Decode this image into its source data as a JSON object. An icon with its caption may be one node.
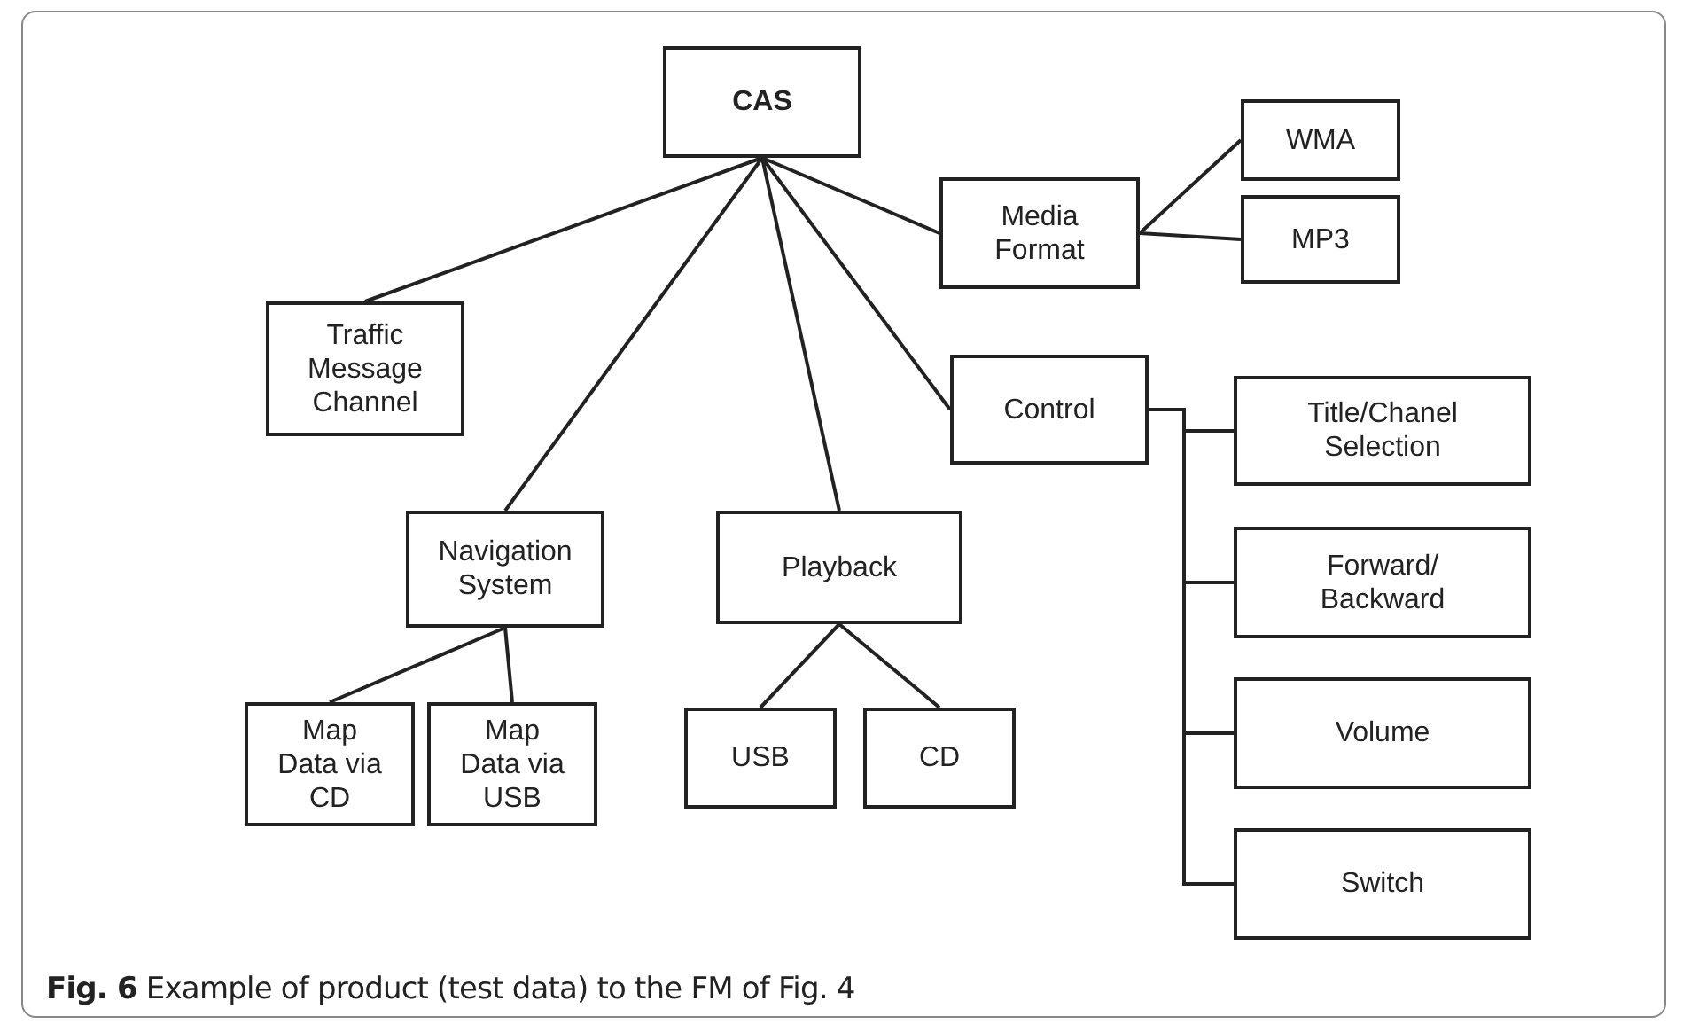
{
  "diagram": {
    "caption": "**Fig. 6** Example of product (test data) to the FM of Fig. 4",
    "nodes": [
      {
        "text": [
          "CAS"
        ]
      },
      {
        "text": [
          "Traffic Message Channel"
        ]
      },
      {
        "text": [
          "Media Format"
        ]
      },
      {
        "text": [
          "WMA"
        ]
      },
      {
        "text": [
          "MP3"
        ]
      },
      {
        "text": [
          "Control"
        ]
      },
      {
        "text": [
          "Title/Chanel Selection"
        ]
      },
      {
        "text": [
          "Navigation System"
        ]
      },
      {
        "text": [
          "Playback"
        ]
      },
      {
        "text": [
          "Forward/ Backward"
        ]
      },
      {
        "text": [
          "Map Data via CD"
        ]
      },
      {
        "text": [
          "Map Data via USB"
        ]
      },
      {
        "text": [
          "USB"
        ]
      },
      {
        "text": [
          "CD"
        ]
      },
      {
        "text": [
          "Volume"
        ]
      },
      {
        "text": [
          "Switch"
        ]
      }
    ],
    "edges": [
      {
        "from": 0,
        "to": 1,
        "arrow": "none"
      },
      {
        "from": 0,
        "to": 7,
        "arrow": "none"
      },
      {
        "from": 0,
        "to": 8,
        "arrow": "none"
      },
      {
        "from": 0,
        "to": 5,
        "arrow": "none"
      },
      {
        "from": 0,
        "to": 2,
        "arrow": "none"
      },
      {
        "from": 2,
        "to": 3,
        "arrow": "none"
      },
      {
        "from": 2,
        "to": 4,
        "arrow": "none"
      },
      {
        "from": 5,
        "to": 6,
        "arrow": "none"
      },
      {
        "from": 5,
        "to": 9,
        "arrow": "none"
      },
      {
        "from": 5,
        "to": 14,
        "arrow": "none"
      },
      {
        "from": 5,
        "to": 15,
        "arrow": "none"
      },
      {
        "from": 7,
        "to": 10,
        "arrow": "none"
      },
      {
        "from": 7,
        "to": 11,
        "arrow": "none"
      },
      {
        "from": 8,
        "to": 12,
        "arrow": "none"
      },
      {
        "from": 8,
        "to": 13,
        "arrow": "none"
      }
    ]
  }
}
